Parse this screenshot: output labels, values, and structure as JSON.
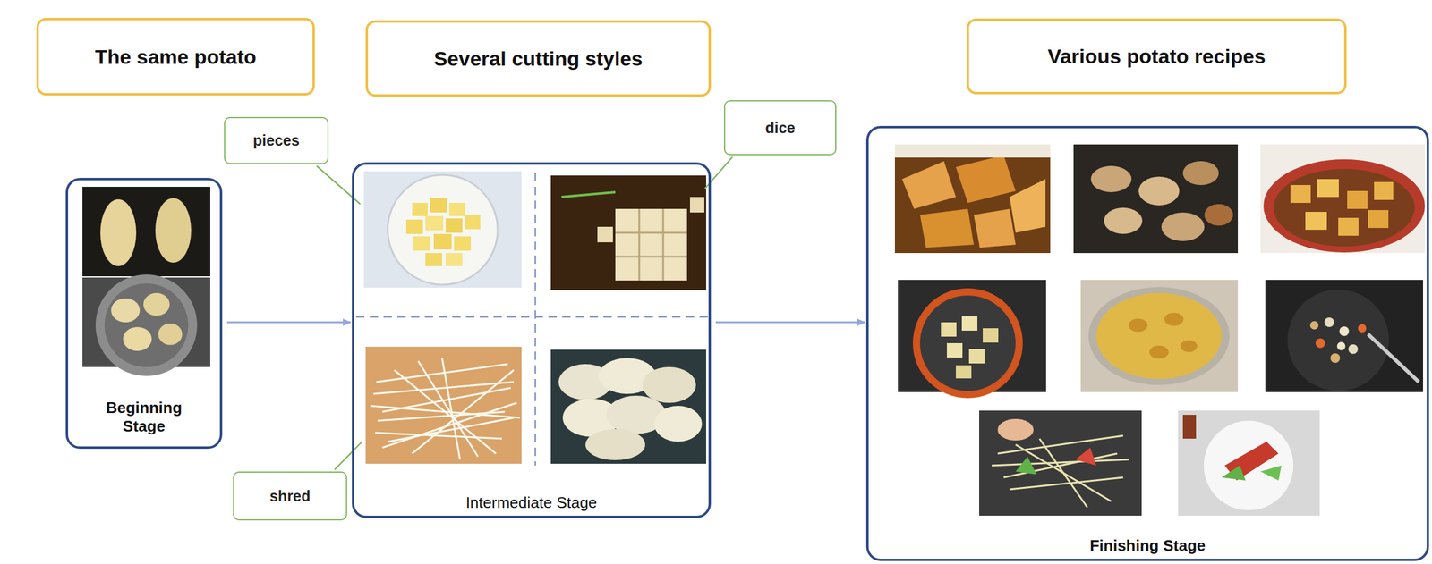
{
  "diagram": {
    "nodes": [
      {
        "text": [
          "The same potato"
        ]
      },
      {
        "text": [
          "Several cutting styles"
        ]
      },
      {
        "text": [
          "Various potato recipes"
        ]
      },
      {
        "text": [
          "Beginning Stage"
        ]
      },
      {
        "text": [
          "Intermediate Stage"
        ]
      },
      {
        "text": [
          "Finishing Stage"
        ]
      },
      {
        "text": [
          "pieces"
        ]
      },
      {
        "text": [
          "dice"
        ]
      },
      {
        "text": [
          "shred"
        ]
      }
    ],
    "edges": [
      {
        "from": 3,
        "to": 4,
        "arrow": "to"
      },
      {
        "from": 4,
        "to": 5,
        "arrow": "to"
      }
    ]
  }
}
